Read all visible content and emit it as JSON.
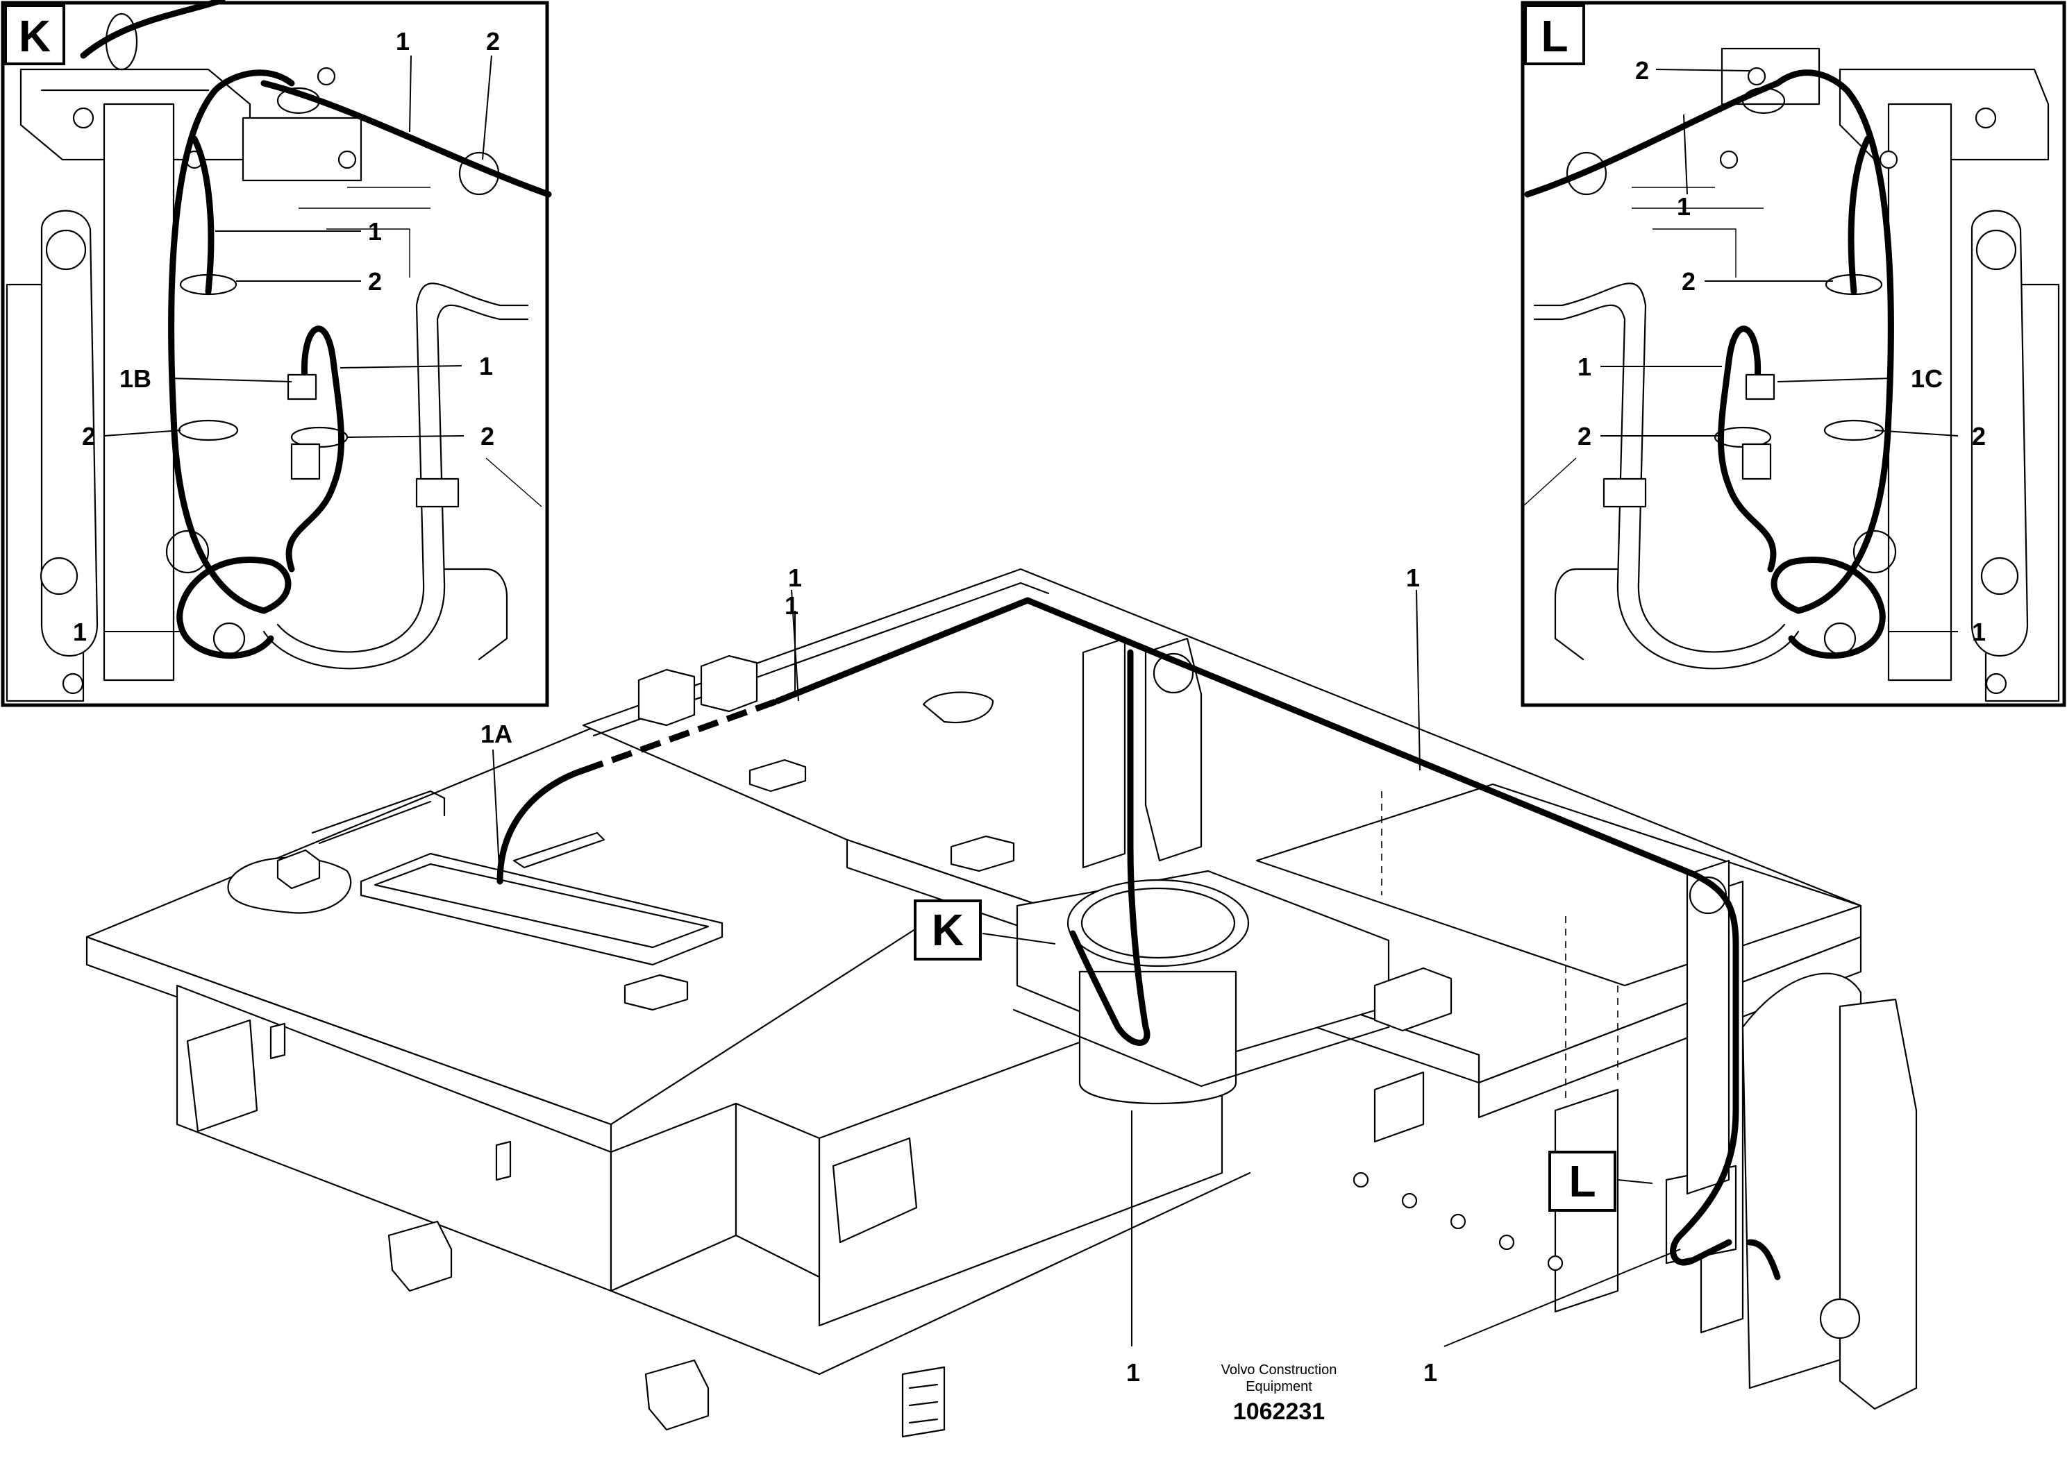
{
  "detail_views": [
    {
      "id": "K",
      "letter": "K",
      "callouts": [
        "1",
        "2",
        "1",
        "2",
        "1B",
        "1",
        "2",
        "2",
        "1"
      ]
    },
    {
      "id": "L",
      "letter": "L",
      "callouts": [
        "2",
        "1",
        "2",
        "1",
        "1C",
        "2",
        "2",
        "1"
      ]
    }
  ],
  "main_view": {
    "callouts": [
      "1",
      "1",
      "1",
      "1A",
      "1",
      "1"
    ],
    "markers": [
      "K",
      "L"
    ]
  },
  "footer": {
    "company_line1": "Volvo Construction",
    "company_line2": "Equipment",
    "drawing_number": "1062231"
  }
}
